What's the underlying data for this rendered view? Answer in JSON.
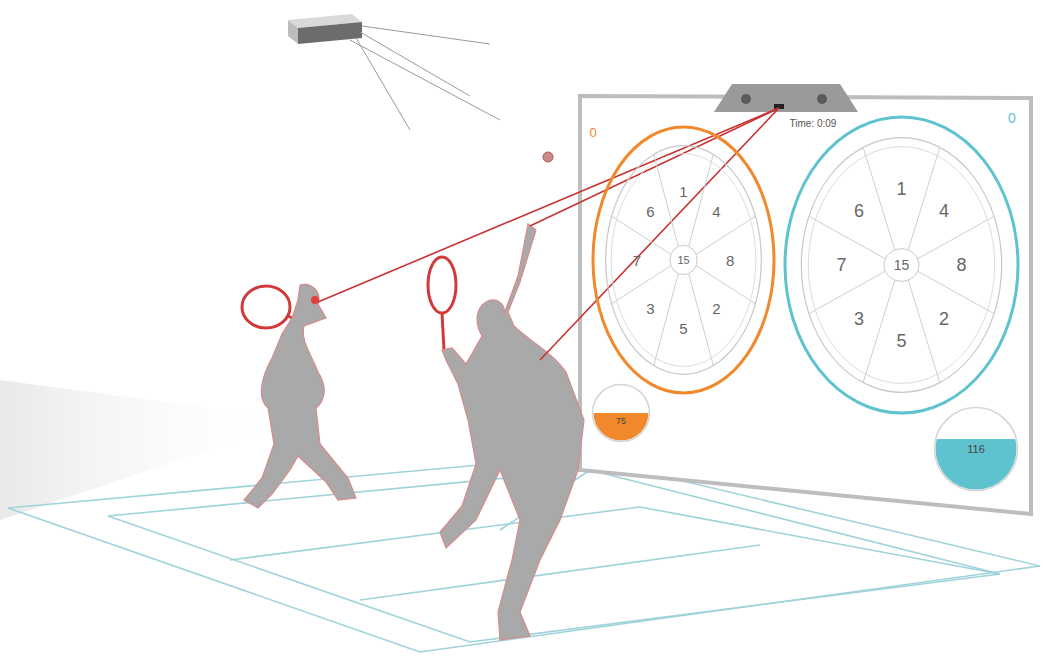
{
  "diagram": {
    "nodes": [
      {
        "text": [
          "0",
          "Time: 0:09",
          "0"
        ]
      },
      {
        "text": [
          "1",
          "4",
          "8",
          "2",
          "5",
          "3",
          "7",
          "6",
          "15"
        ],
        "in": 0
      },
      {
        "text": [
          "75"
        ],
        "in": 0
      },
      {
        "text": [
          "1",
          "4",
          "8",
          "2",
          "5",
          "3",
          "7",
          "6",
          "15"
        ],
        "in": 0
      },
      {
        "text": [
          "116"
        ],
        "in": 0
      }
    ]
  }
}
